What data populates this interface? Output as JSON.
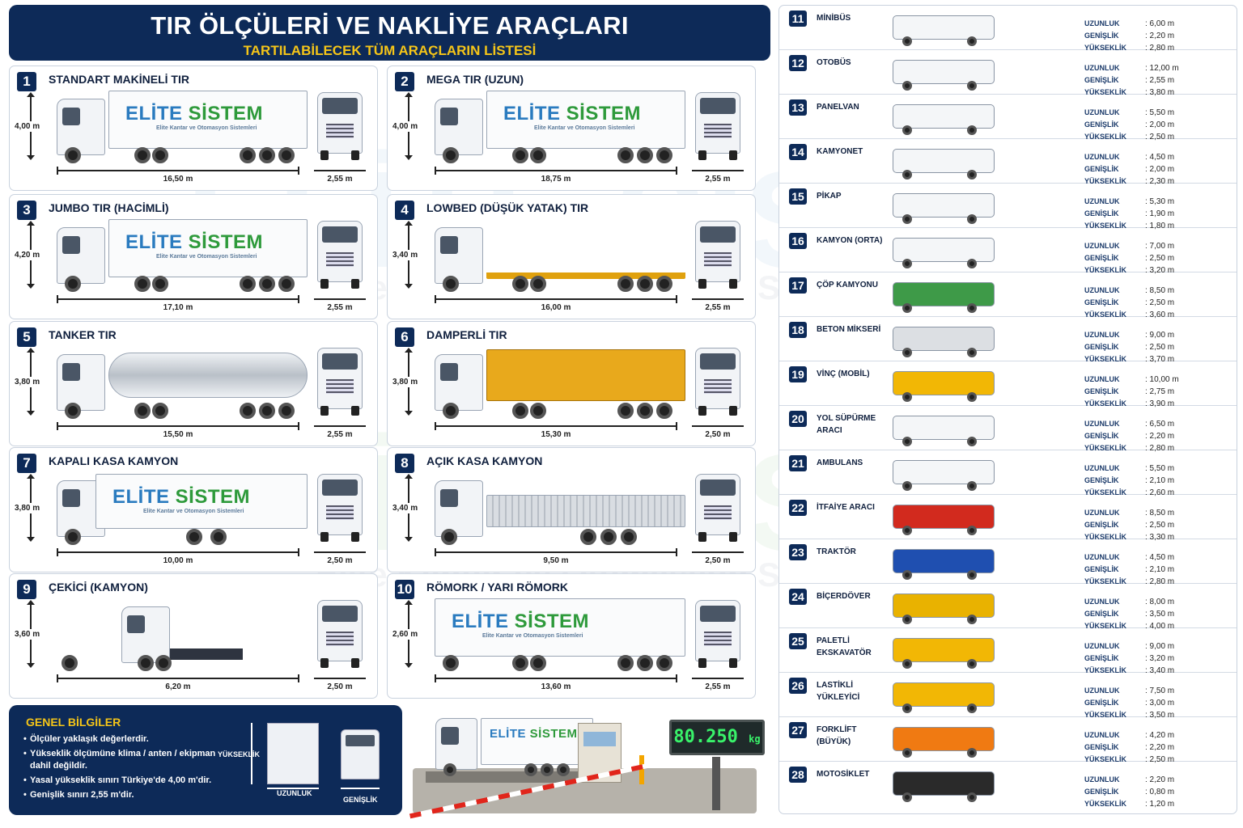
{
  "header": {
    "title": "TIR ÖLÇÜLERİ VE NAKLİYE ARAÇLARI",
    "subtitle": "TARTILABİLECEK TÜM ARAÇLARIN LİSTESİ"
  },
  "brand": {
    "logo_text_blue": "ELİTE ",
    "logo_text_green": "SİSTEM",
    "logo_tagline": "Elite Kantar ve Otomasyon Sistemleri",
    "accent": "#0d2a58",
    "gold": "#f5c518"
  },
  "vehicles": [
    {
      "num": "1",
      "name": "STANDART MAKİNELİ TIR",
      "height": "4,00 m",
      "length": "16,50 m",
      "width": "2,55 m",
      "type": "curtain-trailer",
      "icon": "semi-truck-icon"
    },
    {
      "num": "2",
      "name": "MEGA TIR (UZUN)",
      "height": "4,00 m",
      "length": "18,75 m",
      "width": "2,55 m",
      "type": "curtain-trailer",
      "icon": "semi-truck-icon"
    },
    {
      "num": "3",
      "name": "JUMBO TIR (HACİMLİ)",
      "height": "4,20 m",
      "length": "17,10 m",
      "width": "2,55 m",
      "type": "curtain-trailer",
      "icon": "semi-truck-icon"
    },
    {
      "num": "4",
      "name": "LOWBED (DÜŞÜK YATAK) TIR",
      "height": "3,40 m",
      "length": "16,00 m",
      "width": "2,55 m",
      "type": "lowbed",
      "icon": "lowbed-truck-icon"
    },
    {
      "num": "5",
      "name": "TANKER TIR",
      "height": "3,80 m",
      "length": "15,50 m",
      "width": "2,55 m",
      "type": "tanker",
      "icon": "tanker-truck-icon"
    },
    {
      "num": "6",
      "name": "DAMPERLİ TIR",
      "height": "3,80 m",
      "length": "15,30 m",
      "width": "2,50 m",
      "type": "dumper",
      "icon": "dump-truck-icon"
    },
    {
      "num": "7",
      "name": "KAPALI KASA KAMYON",
      "height": "3,80 m",
      "length": "10,00 m",
      "width": "2,50 m",
      "type": "rigid-box",
      "icon": "box-truck-icon"
    },
    {
      "num": "8",
      "name": "AÇIK KASA KAMYON",
      "height": "3,40 m",
      "length": "9,50 m",
      "width": "2,50 m",
      "type": "flatbed",
      "icon": "flatbed-truck-icon"
    },
    {
      "num": "9",
      "name": "ÇEKİCİ (KAMYON)",
      "height": "3,60 m",
      "length": "6,20 m",
      "width": "2,50 m",
      "type": "tractor",
      "icon": "tractor-unit-icon"
    },
    {
      "num": "10",
      "name": "RÖMORK / YARI RÖMORK",
      "height": "2,60 m",
      "length": "13,60 m",
      "width": "2,55 m",
      "type": "trailer-only",
      "icon": "trailer-icon"
    }
  ],
  "dim_labels": {
    "length": "UZUNLUK",
    "width": "GENİŞLİK",
    "height": "YÜKSEKLİK"
  },
  "list": [
    {
      "num": "11",
      "name": "MİNİBÜS",
      "l": ": 6,00 m",
      "w": ": 2,20 m",
      "h": ": 2,80 m",
      "color": "#f4f6f8",
      "icon": "minibus-icon"
    },
    {
      "num": "12",
      "name": "OTOBÜS",
      "l": ": 12,00 m",
      "w": ": 2,55 m",
      "h": ": 3,80 m",
      "color": "#f4f6f8",
      "icon": "bus-icon"
    },
    {
      "num": "13",
      "name": "PANELVAN",
      "l": ": 5,50 m",
      "w": ": 2,00 m",
      "h": ": 2,50 m",
      "color": "#f4f6f8",
      "icon": "panel-van-icon"
    },
    {
      "num": "14",
      "name": "KAMYONET",
      "l": ": 4,50 m",
      "w": ": 2,00 m",
      "h": ": 2,30 m",
      "color": "#f4f6f8",
      "icon": "light-truck-icon"
    },
    {
      "num": "15",
      "name": "PİKAP",
      "l": ": 5,30 m",
      "w": ": 1,90 m",
      "h": ": 1,80 m",
      "color": "#f4f6f8",
      "icon": "pickup-icon"
    },
    {
      "num": "16",
      "name": "KAMYON (ORTA)",
      "l": ": 7,00 m",
      "w": ": 2,50 m",
      "h": ": 3,20 m",
      "color": "#f4f6f8",
      "icon": "medium-truck-icon"
    },
    {
      "num": "17",
      "name": "ÇÖP KAMYONU",
      "l": ": 8,50 m",
      "w": ": 2,50 m",
      "h": ": 3,60 m",
      "color": "#3e9a48",
      "icon": "garbage-truck-icon"
    },
    {
      "num": "18",
      "name": "BETON MİKSERİ",
      "l": ": 9,00 m",
      "w": ": 2,50 m",
      "h": ": 3,70 m",
      "color": "#dcdfe3",
      "icon": "concrete-mixer-icon"
    },
    {
      "num": "19",
      "name": "VİNÇ (MOBİL)",
      "l": ": 10,00 m",
      "w": ": 2,75 m",
      "h": ": 3,90 m",
      "color": "#f2b705",
      "icon": "mobile-crane-icon"
    },
    {
      "num": "20",
      "name": "YOL SÜPÜRME ARACI",
      "l": ": 6,50 m",
      "w": ": 2,20 m",
      "h": ": 2,80 m",
      "color": "#f4f6f8",
      "icon": "street-sweeper-icon"
    },
    {
      "num": "21",
      "name": "AMBULANS",
      "l": ": 5,50 m",
      "w": ": 2,10 m",
      "h": ": 2,60 m",
      "color": "#f4f6f8",
      "icon": "ambulance-icon"
    },
    {
      "num": "22",
      "name": "İTFAİYE ARACI",
      "l": ": 8,50 m",
      "w": ": 2,50 m",
      "h": ": 3,30 m",
      "color": "#d22a1e",
      "icon": "fire-truck-icon"
    },
    {
      "num": "23",
      "name": "TRAKTÖR",
      "l": ": 4,50 m",
      "w": ": 2,10 m",
      "h": ": 2,80 m",
      "color": "#1f4fb0",
      "icon": "farm-tractor-icon"
    },
    {
      "num": "24",
      "name": "BİÇERDÖVER",
      "l": ": 8,00 m",
      "w": ": 3,50 m",
      "h": ": 4,00 m",
      "color": "#e9b200",
      "icon": "combine-harvester-icon"
    },
    {
      "num": "25",
      "name": "PALETLİ EKSKAVATÖR",
      "l": ": 9,00 m",
      "w": ": 3,20 m",
      "h": ": 3,40 m",
      "color": "#f2b705",
      "icon": "excavator-icon"
    },
    {
      "num": "26",
      "name": "LASTİKLİ YÜKLEYİCİ",
      "l": ": 7,50 m",
      "w": ": 3,00 m",
      "h": ": 3,50 m",
      "color": "#f2b705",
      "icon": "wheel-loader-icon"
    },
    {
      "num": "27",
      "name": "FORKLİFT (BÜYÜK)",
      "l": ": 4,20 m",
      "w": ": 2,20 m",
      "h": ": 2,50 m",
      "color": "#f07a12",
      "icon": "forklift-icon"
    },
    {
      "num": "28",
      "name": "MOTOSİKLET",
      "l": ": 2,20 m",
      "w": ": 0,80 m",
      "h": ": 1,20 m",
      "color": "#2a2a2a",
      "icon": "motorcycle-icon"
    }
  ],
  "info": {
    "title": "GENEL BİLGİLER",
    "bullets": [
      "Ölçüler yaklaşık değerlerdir.",
      "Yükseklik ölçümüne klima / anten / ekipman dahil değildir.",
      "Yasal yükseklik sınırı Türkiye'de 4,00 m'dir.",
      "Genişlik sınırı 2,55 m'dir."
    ],
    "diagram_height": "YÜKSEKLİK",
    "diagram_length": "UZUNLUK",
    "diagram_width": "GENİŞLİK"
  },
  "scale": {
    "display_value": "80.250",
    "display_unit": "kg"
  },
  "watermark": {
    "text": "ELİTE SİSTEM",
    "tagline": "Elite Kantar ve Otomasyon Sistemleri"
  }
}
